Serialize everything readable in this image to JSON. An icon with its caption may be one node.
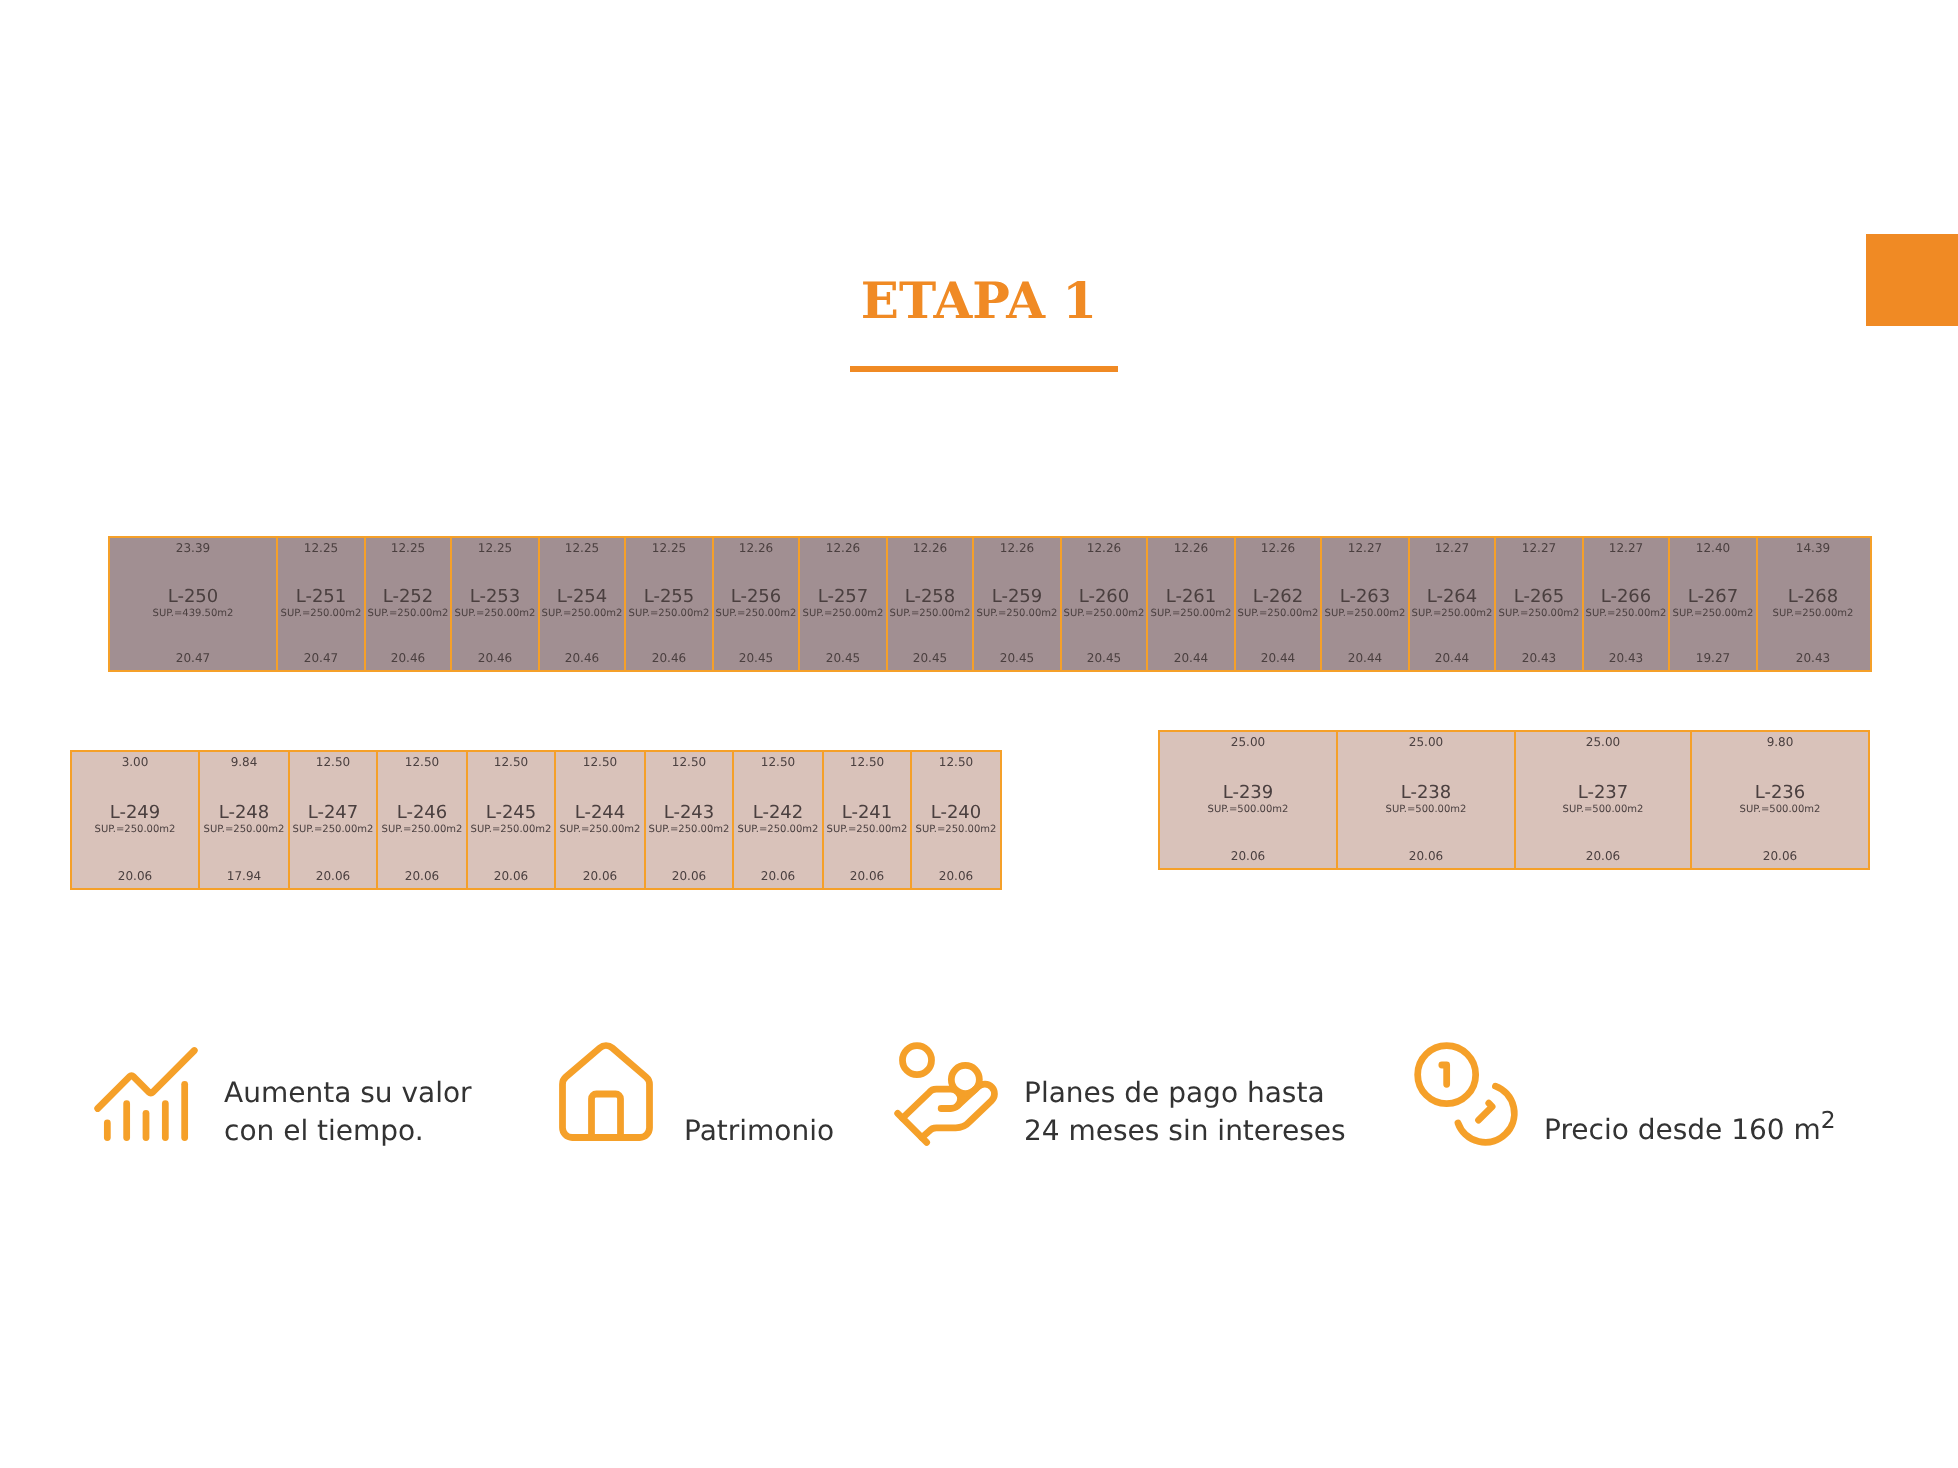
{
  "diagram": {
    "title": "ETAPA 1",
    "nodes": [
      {
        "text": [
          "23.39",
          "L-250",
          "SUP.=439.50m2",
          "20.47"
        ]
      },
      {
        "text": [
          "12.25",
          "L-251",
          "SUP.=250.00m2",
          "20.47"
        ]
      },
      {
        "text": [
          "12.25",
          "L-252",
          "SUP.=250.00m2",
          "20.46"
        ]
      },
      {
        "text": [
          "12.25",
          "L-253",
          "SUP.=250.00m2",
          "20.46"
        ]
      },
      {
        "text": [
          "12.25",
          "L-254",
          "SUP.=250.00m2",
          "20.46"
        ]
      },
      {
        "text": [
          "12.25",
          "L-255",
          "SUP.=250.00m2",
          "20.46"
        ]
      },
      {
        "text": [
          "12.26",
          "L-256",
          "SUP.=250.00m2",
          "20.45"
        ]
      },
      {
        "text": [
          "12.26",
          "L-257",
          "SUP.=250.00m2",
          "20.45"
        ]
      },
      {
        "text": [
          "12.26",
          "L-258",
          "SUP.=250.00m2",
          "20.45"
        ]
      },
      {
        "text": [
          "12.26",
          "L-259",
          "SUP.=250.00m2",
          "20.45"
        ]
      },
      {
        "text": [
          "12.26",
          "L-260",
          "SUP.=250.00m2",
          "20.45"
        ]
      },
      {
        "text": [
          "12.26",
          "L-261",
          "SUP.=250.00m2",
          "20.44"
        ]
      },
      {
        "text": [
          "12.26",
          "L-262",
          "SUP.=250.00m2",
          "20.44"
        ]
      },
      {
        "text": [
          "12.27",
          "L-263",
          "SUP.=250.00m2",
          "20.44"
        ]
      },
      {
        "text": [
          "12.27",
          "L-264",
          "SUP.=250.00m2",
          "20.44"
        ]
      },
      {
        "text": [
          "12.27",
          "L-265",
          "SUP.=250.00m2",
          "20.43"
        ]
      },
      {
        "text": [
          "12.27",
          "L-266",
          "SUP.=250.00m2",
          "20.43"
        ]
      },
      {
        "text": [
          "12.40",
          "L-267",
          "SUP.=250.00m2",
          "19.27"
        ]
      },
      {
        "text": [
          "14.39",
          "L-268",
          "SUP.=250.00m2",
          "20.43"
        ]
      },
      {
        "text": [
          "3.00",
          "L-249",
          "SUP.=250.00m2",
          "20.06"
        ]
      },
      {
        "text": [
          "9.84",
          "L-248",
          "SUP.=250.00m2",
          "17.94"
        ]
      },
      {
        "text": [
          "12.50",
          "L-247",
          "SUP.=250.00m2",
          "20.06"
        ]
      },
      {
        "text": [
          "12.50",
          "L-246",
          "SUP.=250.00m2",
          "20.06"
        ]
      },
      {
        "text": [
          "12.50",
          "L-245",
          "SUP.=250.00m2",
          "20.06"
        ]
      },
      {
        "text": [
          "12.50",
          "L-244",
          "SUP.=250.00m2",
          "20.06"
        ]
      },
      {
        "text": [
          "12.50",
          "L-243",
          "SUP.=250.00m2",
          "20.06"
        ]
      },
      {
        "text": [
          "12.50",
          "L-242",
          "SUP.=250.00m2",
          "20.06"
        ]
      },
      {
        "text": [
          "12.50",
          "L-241",
          "SUP.=250.00m2",
          "20.06"
        ]
      },
      {
        "text": [
          "12.50",
          "L-240",
          "SUP.=250.00m2",
          "20.06"
        ]
      },
      {
        "text": [
          "25.00",
          "L-239",
          "SUP.=500.00m2",
          "20.06"
        ]
      },
      {
        "text": [
          "25.00",
          "L-238",
          "SUP.=500.00m2",
          "20.06"
        ]
      },
      {
        "text": [
          "25.00",
          "L-237",
          "SUP.=500.00m2",
          "20.06"
        ]
      },
      {
        "text": [
          "9.80",
          "L-236",
          "SUP.=500.00m2",
          "20.06"
        ]
      }
    ],
    "labels": [
      "Aumenta su valor con el tiempo.",
      "Patrimonio",
      "Planes de pago hasta 24 meses sin intereses",
      "Precio desde 160 m$^{2}$"
    ]
  }
}
